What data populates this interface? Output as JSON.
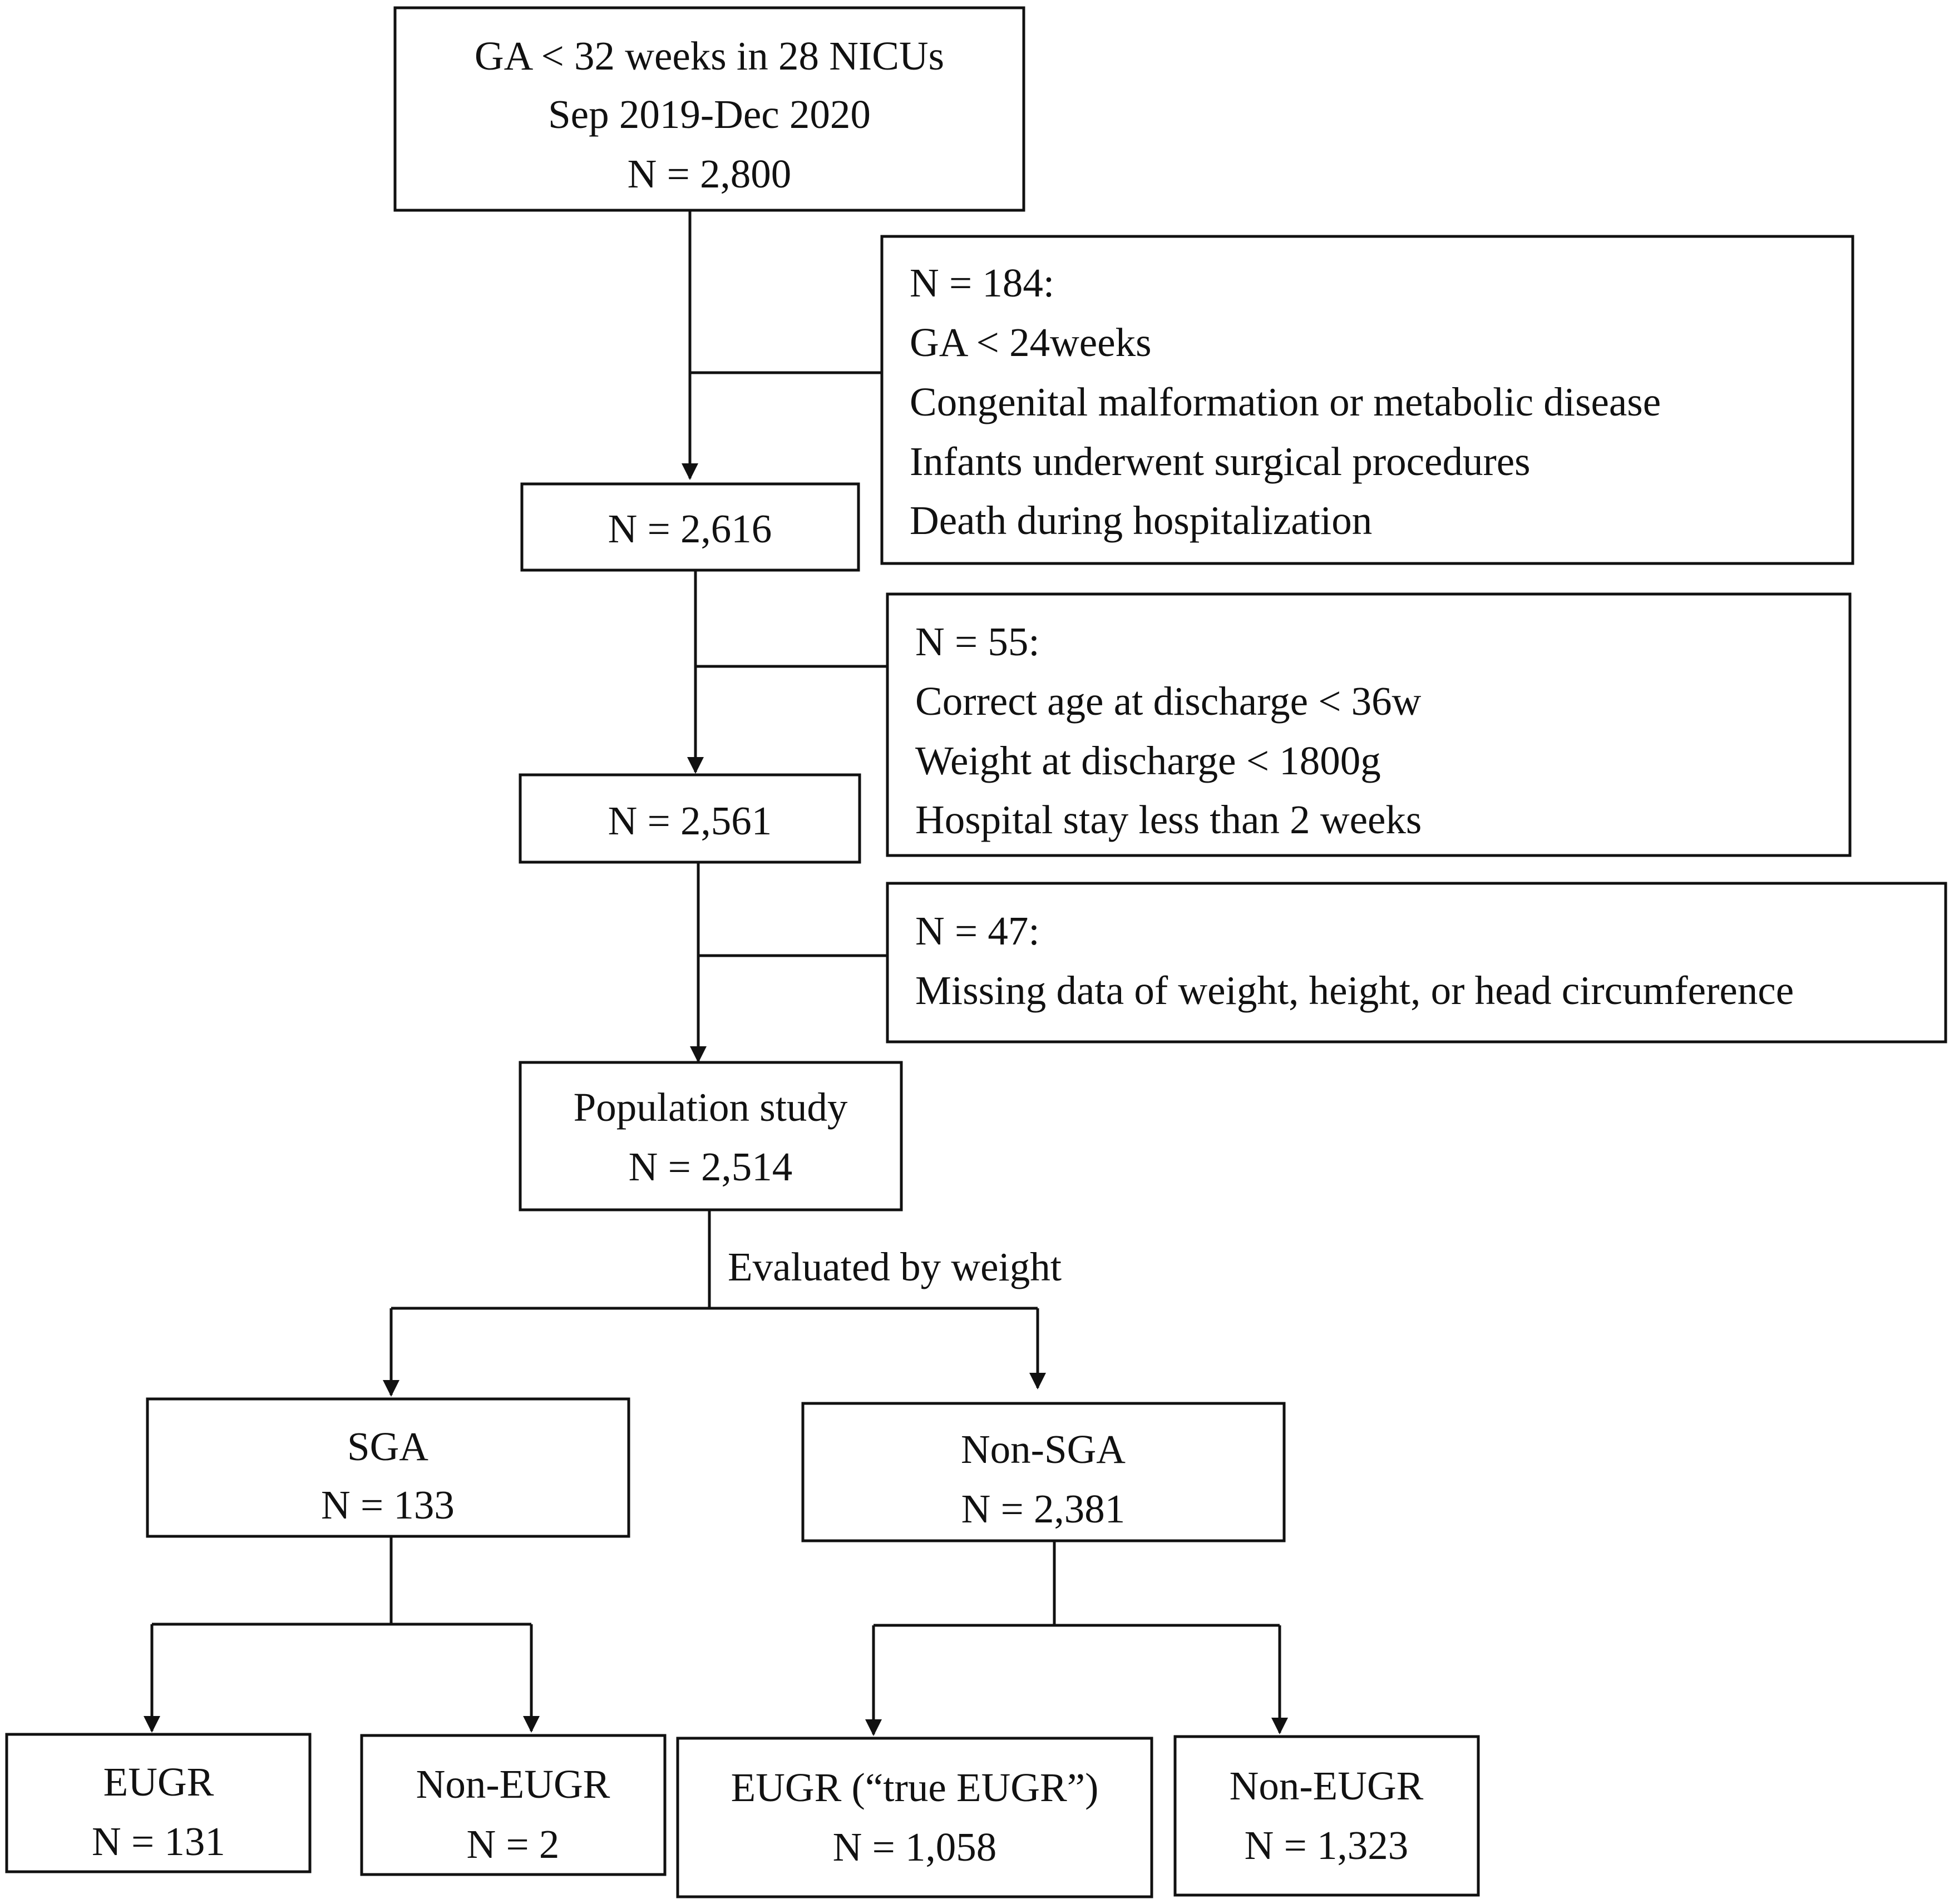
{
  "boxes": {
    "start": {
      "lines": [
        "GA < 32 weeks in 28 NICUs",
        "Sep 2019-Dec 2020",
        "N = 2,800"
      ]
    },
    "exclusion1": {
      "lines": [
        "N = 184:",
        "GA < 24weeks",
        "Congenital malformation or metabolic disease",
        "Infants underwent surgical procedures",
        "Death during hospitalization"
      ]
    },
    "remaining1": {
      "lines": [
        "N = 2,616"
      ]
    },
    "exclusion2": {
      "lines": [
        "N = 55:",
        "Correct age at discharge < 36w",
        "Weight at discharge < 1800g",
        "Hospital stay less than 2 weeks"
      ]
    },
    "remaining2": {
      "lines": [
        "N = 2,561"
      ]
    },
    "exclusion3": {
      "lines": [
        "N = 47:",
        "Missing data of weight, height, or head circumference"
      ]
    },
    "population": {
      "lines": [
        "Population study",
        "N = 2,514"
      ]
    },
    "sga": {
      "lines": [
        "SGA",
        "N = 133"
      ]
    },
    "non_sga": {
      "lines": [
        "Non-SGA",
        "N = 2,381"
      ]
    },
    "sga_eugr": {
      "lines": [
        "EUGR",
        "N = 131"
      ]
    },
    "sga_non_eugr": {
      "lines": [
        "Non-EUGR",
        "N = 2"
      ]
    },
    "nonsga_eugr": {
      "lines": [
        "EUGR (“true EUGR”)",
        "N = 1,058"
      ]
    },
    "nonsga_non_eugr": {
      "lines": [
        "Non-EUGR",
        "N = 1,323"
      ]
    }
  },
  "edge_labels": {
    "population_split": "Evaluated by weight"
  }
}
